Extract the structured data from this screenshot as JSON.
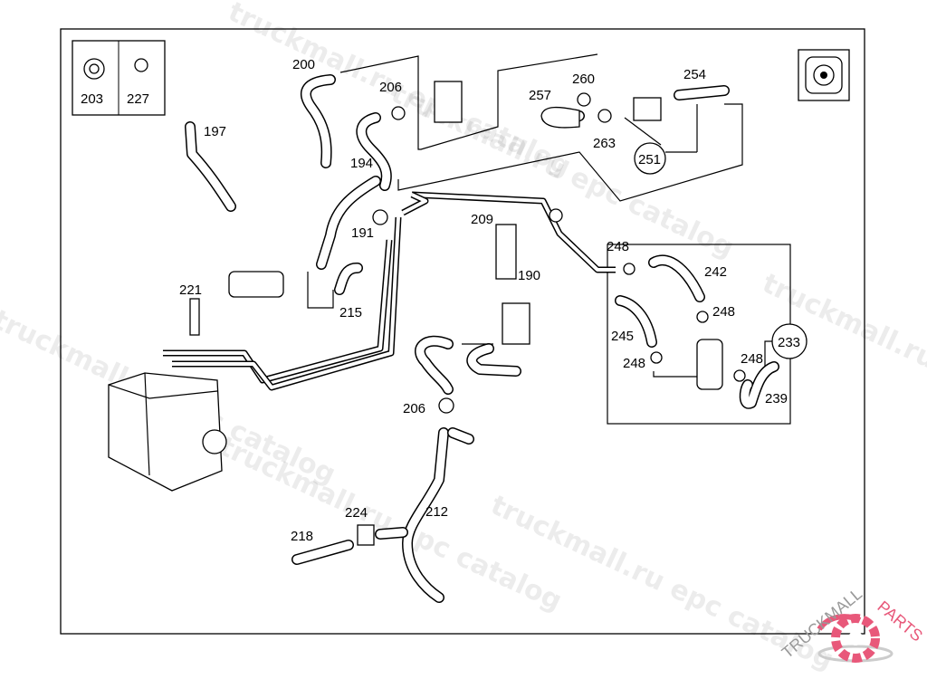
{
  "callouts": {
    "c200": "200",
    "c206a": "206",
    "c260": "260",
    "c254": "254",
    "c257": "257",
    "c263": "263",
    "c251": "251",
    "c197": "197",
    "c194": "194",
    "c209": "209",
    "c191": "191",
    "c248a": "248",
    "c242": "242",
    "c190": "190",
    "c221": "221",
    "c215": "215",
    "c248b": "248",
    "c245": "245",
    "c248c": "248",
    "c248d": "248",
    "c233": "233",
    "c239": "239",
    "c206b": "206",
    "c212": "212",
    "c224": "224",
    "c218": "218",
    "c203": "203",
    "c227": "227"
  },
  "watermark": "truckmall.ru epc catalog",
  "logo": {
    "text_dark": "TRUCKMALL",
    "text_accent": "PARTS",
    "accent_color": "#e8587a"
  }
}
